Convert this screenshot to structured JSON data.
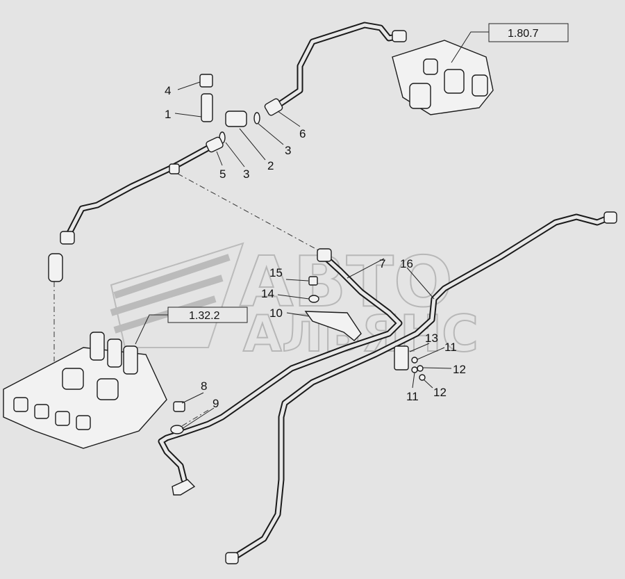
{
  "references": {
    "ref_top": "1.80.7",
    "ref_left": "1.32.2"
  },
  "callouts": {
    "c1": "1",
    "c2": "2",
    "c3a": "3",
    "c3b": "3",
    "c4": "4",
    "c5": "5",
    "c6": "6",
    "c7": "7",
    "c8": "8",
    "c9": "9",
    "c10": "10",
    "c11a": "11",
    "c11b": "11",
    "c12a": "12",
    "c12b": "12",
    "c13": "13",
    "c14": "14",
    "c15": "15",
    "c16": "16"
  },
  "watermark": {
    "line1": "АВТО",
    "line2": "АЛЬЯНС"
  }
}
